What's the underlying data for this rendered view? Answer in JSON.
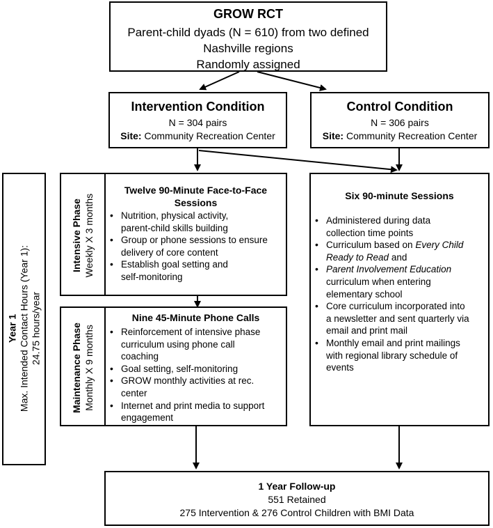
{
  "top": {
    "title": "GROW RCT",
    "line1": "Parent-child dyads (N = 610) from two defined Nashville regions",
    "line2": "Randomly assigned"
  },
  "intervention": {
    "title": "Intervention Condition",
    "pairs": "N = 304 pairs",
    "site_label": "Site:",
    "site_value": " Community Recreation Center"
  },
  "control": {
    "title": "Control Condition",
    "pairs": "N = 306 pairs",
    "site_label": "Site:",
    "site_value": " Community Recreation Center"
  },
  "year": {
    "title": "Year 1",
    "line1": "Max. Intended Contact Hours (Year 1):",
    "line2": "24.75 hours/year"
  },
  "intensive": {
    "phase_title": "Intensive Phase",
    "phase_sub": "Weekly X 3 months",
    "heading_line1": "Twelve 90-Minute Face-to-Face",
    "heading_line2": "Sessions",
    "bullets": [
      [
        "Nutrition, physical activity,",
        "parent-child skills building"
      ],
      [
        "Group or phone sessions to ensure",
        "delivery of core content"
      ],
      [
        "Establish goal setting and",
        "self-monitoring"
      ]
    ]
  },
  "maintenance": {
    "phase_title": "Maintenance Phase",
    "phase_sub": "Monthly X 9 months",
    "heading": "Nine 45-Minute Phone Calls",
    "bullets": [
      [
        "Reinforcement of intensive phase",
        "curriculum using phone call",
        "coaching"
      ],
      [
        "Goal setting, self-monitoring"
      ],
      [
        "GROW monthly activities at rec.",
        "center"
      ],
      [
        "Internet and print media to support",
        "engagement"
      ]
    ]
  },
  "control_sessions": {
    "heading": "Six 90-minute Sessions",
    "b1": [
      "Administered during data",
      "collection time points"
    ],
    "b2_pre": "Curriculum based on ",
    "b2_italic1": "Every Child",
    "b2_italic2": "Ready to Read",
    "b2_post": " and",
    "b3_italic": "Parent Involvement Education",
    "b3_rest": [
      "curriculum when entering",
      "elementary school"
    ],
    "b4": [
      "Core curriculum incorporated into",
      "a newsletter and sent quarterly via",
      "email and print mail"
    ],
    "b5": [
      "Monthly email and print mailings",
      "with regional library schedule of",
      "events"
    ]
  },
  "followup": {
    "title": "1 Year Follow-up",
    "line1": "551 Retained",
    "line2": "275 Intervention & 276 Control Children with BMI Data"
  }
}
